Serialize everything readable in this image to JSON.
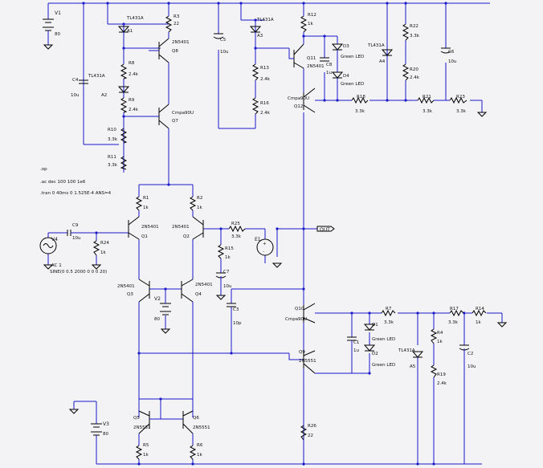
{
  "labels": {
    "V1_name": "V1",
    "V1_val": "80",
    "V3_name": "V3",
    "V3_val": "80",
    "V2_name": "V2",
    "V2_val": "80",
    "V4_name": "V4",
    "V4_val": "AC 1",
    "V4_spec": "SINE(0 0.5 2000 0 0 0 20)",
    "E1_name": "E1",
    "out": "OUT",
    "cmd_tran": ".tran 0 40ms 0 1.525E-4 ANS=4",
    "cmd_ac": ".ac dec 100 100 1e6",
    "cmd_op": ".op",
    "U1": "TL431A",
    "U1r": "A1",
    "U2": "TL431A",
    "U2r": "A2",
    "U3": "TL431A",
    "U3r": "A3",
    "U4": "TL431A",
    "U4r": "A4",
    "U5": "TL431A",
    "U5r": "A5",
    "R1": "R1",
    "R1v": "1k",
    "R2": "R2",
    "R2v": "1k",
    "R3": "R3",
    "R3v": "22",
    "R4": "R4",
    "R4v": "1k",
    "R5": "R5",
    "R5v": "1k",
    "R6": "R6",
    "R6v": "1k",
    "R7": "R7",
    "R7v": "3.3k",
    "R8": "R8",
    "R8v": "2.4k",
    "R9": "R9",
    "R9v": "2.4k",
    "R10": "R10",
    "R10v": "3.3k",
    "R11": "R11",
    "R11v": "3.3k",
    "R12": "R12",
    "R12v": "1k",
    "R13": "R13",
    "R13v": "2.4k",
    "R14": "R14",
    "R14v": "1k",
    "R15": "R15",
    "R15v": "1k",
    "R16": "R16",
    "R16v": "2.4k",
    "R17": "R17",
    "R17v": "3.3k",
    "R18": "R18",
    "R18v": "3.3k",
    "R19": "R19",
    "R19v": "2.4k",
    "R20": "R20",
    "R20v": "2.4k",
    "R21": "R21",
    "R21v": "3.3k",
    "R22": "R22",
    "R22v": "3.3k",
    "R23": "R23",
    "R23v": "3.3k",
    "R24": "R24",
    "R24v": "1k",
    "R25": "R25",
    "R25v": "3.3k",
    "R26": "R26",
    "R26v": "22",
    "C1": "C1",
    "C1v": "1u",
    "C2": "C2",
    "C2v": "10u",
    "C3": "C3",
    "C3v": "10p",
    "C4": "C4",
    "C4v": "10u",
    "C5": "C5",
    "C5v": "10u",
    "C6": "C6",
    "C6v": "10u",
    "C7": "C7",
    "C7v": "10u",
    "C8": "C8",
    "C8v": "1u",
    "C9": "C9",
    "C9v": "10u",
    "Q1": "Q1",
    "Q1m": "2N5401",
    "Q2": "Q2",
    "Q2m": "2N5401",
    "Q3": "Q3",
    "Q3m": "2N5401",
    "Q4": "Q4",
    "Q4m": "2N5401",
    "Q5": "Q5",
    "Q5m": "2N5551",
    "Q6": "Q6",
    "Q6m": "2N5551",
    "Q7": "Q7",
    "Q7m": "Cmpa90U",
    "Q8": "Q8",
    "Q8m": "2N5401",
    "Q9": "Q9",
    "Q9m": "2N5551",
    "Q10": "Q10",
    "Q10m": "Cmpa90U",
    "Q11": "Q11",
    "Q11m": "2N5401",
    "Q12": "Q12",
    "Q12m": "Cmpa90U",
    "D1": "D1",
    "D1v": "Green LED",
    "D2": "D2",
    "D2v": "Green LED",
    "D3": "D3",
    "D3v": "Green LED",
    "D4": "D4",
    "D4v": "Green LED"
  }
}
